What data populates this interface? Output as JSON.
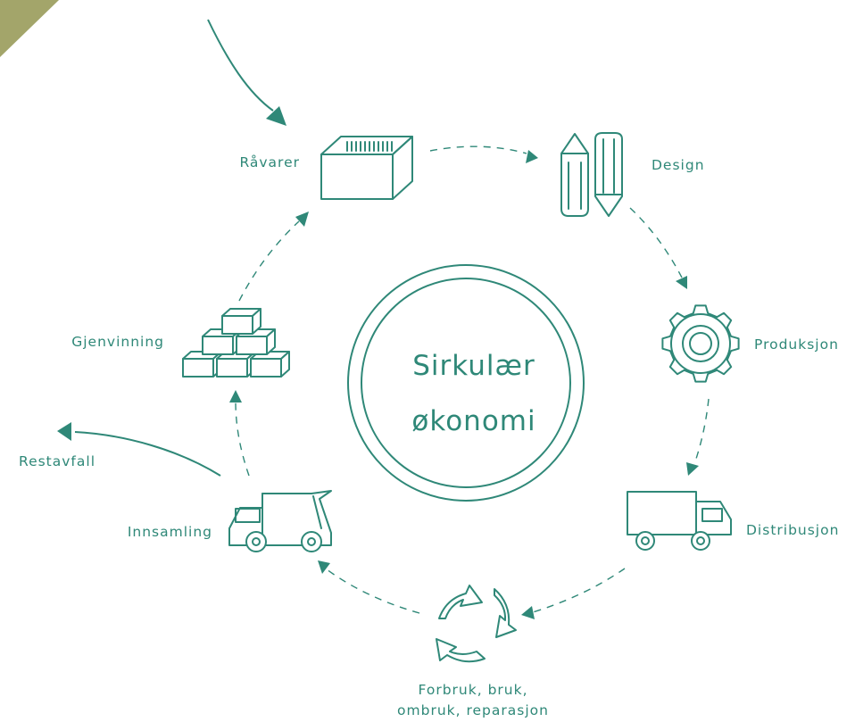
{
  "colors": {
    "accent": "#2f8878",
    "corner": "#a3a56a"
  },
  "center": {
    "line1": "Sirkulær",
    "line2": "økonomi"
  },
  "stages": {
    "raavarer": "Råvarer",
    "design": "Design",
    "produksjon": "Produksjon",
    "distribusjon": "Distribusjon",
    "forbruk_line1": "Forbruk, bruk,",
    "forbruk_line2": "ombruk, reparasjon",
    "innsamling": "Innsamling",
    "gjenvinning": "Gjenvinning"
  },
  "outflow": {
    "restavfall": "Restavfall"
  }
}
